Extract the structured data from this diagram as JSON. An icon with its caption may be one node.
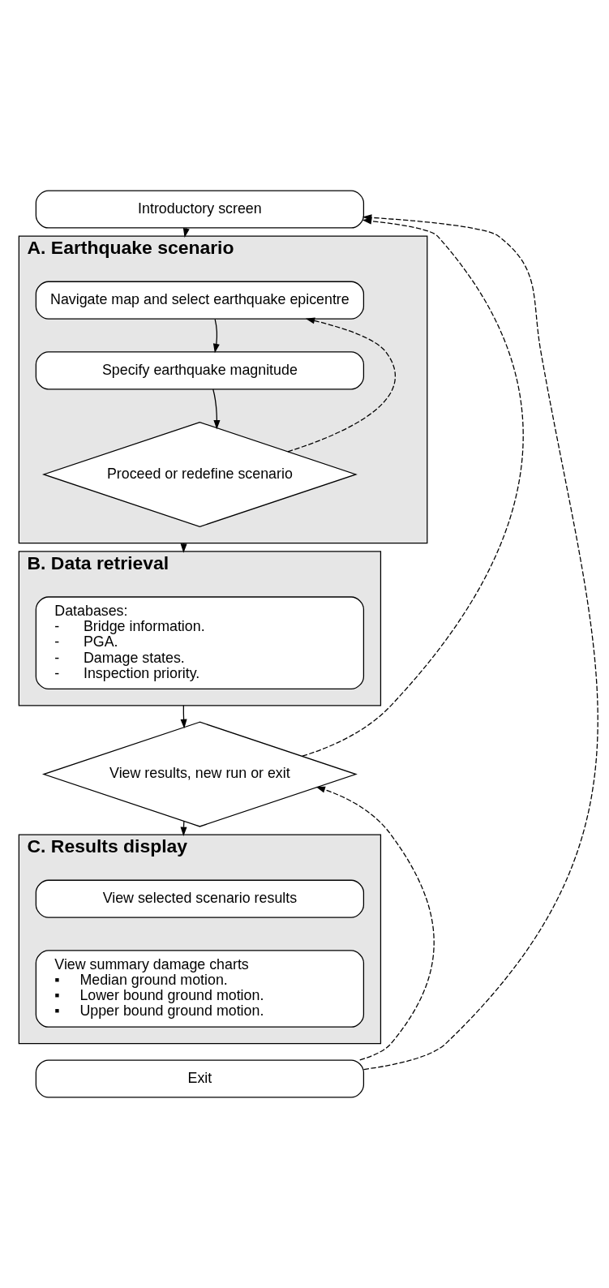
{
  "diagram": {
    "nodes": [
      {
        "text": [
          "Introductory screen"
        ]
      },
      {
        "text": [
          "A. Earthquake scenario"
        ]
      },
      {
        "text": [
          "Navigate map and select earthquake epicentre"
        ],
        "in": 1
      },
      {
        "text": [
          "Specify earthquake magnitude"
        ],
        "in": 1
      },
      {
        "text": [
          "Proceed or redefine scenario"
        ],
        "in": 1
      },
      {
        "text": [
          "B. Data retrieval"
        ]
      },
      {
        "text": [
          "Databases:",
          "-      Bridge information.",
          "-      PGA.",
          "-      Damage states.",
          "-      Inspection priority."
        ],
        "in": 5
      },
      {
        "text": [
          "View results, new run or exit"
        ]
      },
      {
        "text": [
          "C. Results display"
        ]
      },
      {
        "text": [
          "View selected scenario results"
        ],
        "in": 8
      },
      {
        "text": [
          "View summary damage charts",
          "▪     Median ground motion.",
          "▪     Lower bound ground motion.",
          "▪     Upper bound ground motion."
        ],
        "in": 8
      },
      {
        "text": [
          "Exit"
        ]
      }
    ],
    "edges": [
      {
        "from": 0,
        "to": 1,
        "arrow": "to"
      },
      {
        "from": 2,
        "to": 3,
        "arrow": "to"
      },
      {
        "from": 3,
        "to": 4,
        "arrow": "to"
      },
      {
        "from": 4,
        "to": 2,
        "arrow": "to",
        "style": "dashed"
      },
      {
        "from": 1,
        "to": 5,
        "arrow": "to"
      },
      {
        "from": 5,
        "to": 7,
        "arrow": "to"
      },
      {
        "from": 7,
        "to": 8,
        "arrow": "to"
      },
      {
        "from": 7,
        "to": 0,
        "arrow": "to",
        "style": "dashed"
      },
      {
        "from": 11,
        "to": 0,
        "arrow": "to",
        "style": "dashed"
      },
      {
        "from": 11,
        "to": 7,
        "arrow": "to",
        "style": "dashed"
      }
    ]
  }
}
